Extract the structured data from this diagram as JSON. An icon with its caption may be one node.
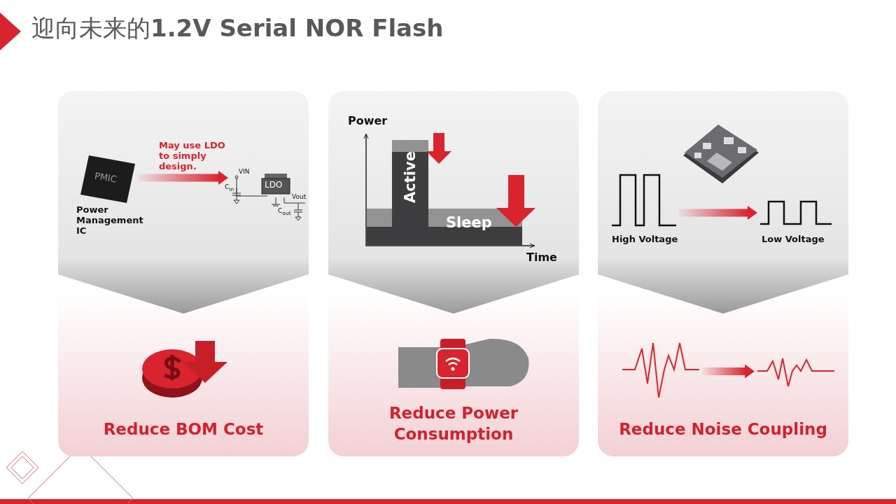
{
  "diagram": {
    "title": "迎向未来的**1.2V Serial NOR Flash**",
    "nodes": [
      {
        "text": [
          "Reduce BOM Cost"
        ]
      },
      {
        "text": [
          "PMIC"
        ],
        "beside": [
          "Power Management IC"
        ],
        "in": 0
      },
      {
        "text": [
          "LDO"
        ],
        "in": 0
      },
      {
        "text": [
          "Reduce Power Consumption"
        ]
      },
      {
        "text": [
          "Reduce Noise Coupling"
        ]
      },
      {
        "text": [],
        "shape": "picture",
        "beside": [
          "High Voltage"
        ],
        "in": 4
      },
      {
        "text": [],
        "shape": "picture",
        "beside": [
          "Low Voltage"
        ],
        "in": 4
      },
      {
        "text": [],
        "shape": "picture",
        "in": 4
      },
      {
        "text": [],
        "shape": "picture",
        "in": 4
      }
    ],
    "edges": [
      {
        "from": 1,
        "to": 2,
        "arrow": "to",
        "label": "May use LDO to simply design."
      },
      {
        "from": 5,
        "to": 6,
        "arrow": "to"
      },
      {
        "from": 7,
        "to": 8,
        "arrow": "to"
      }
    ],
    "labels": [
      "VIN",
      "C$_{in}$",
      "Vout",
      "C$_{out}$",
      "Power",
      "Active",
      "Sleep",
      "Time"
    ]
  }
}
